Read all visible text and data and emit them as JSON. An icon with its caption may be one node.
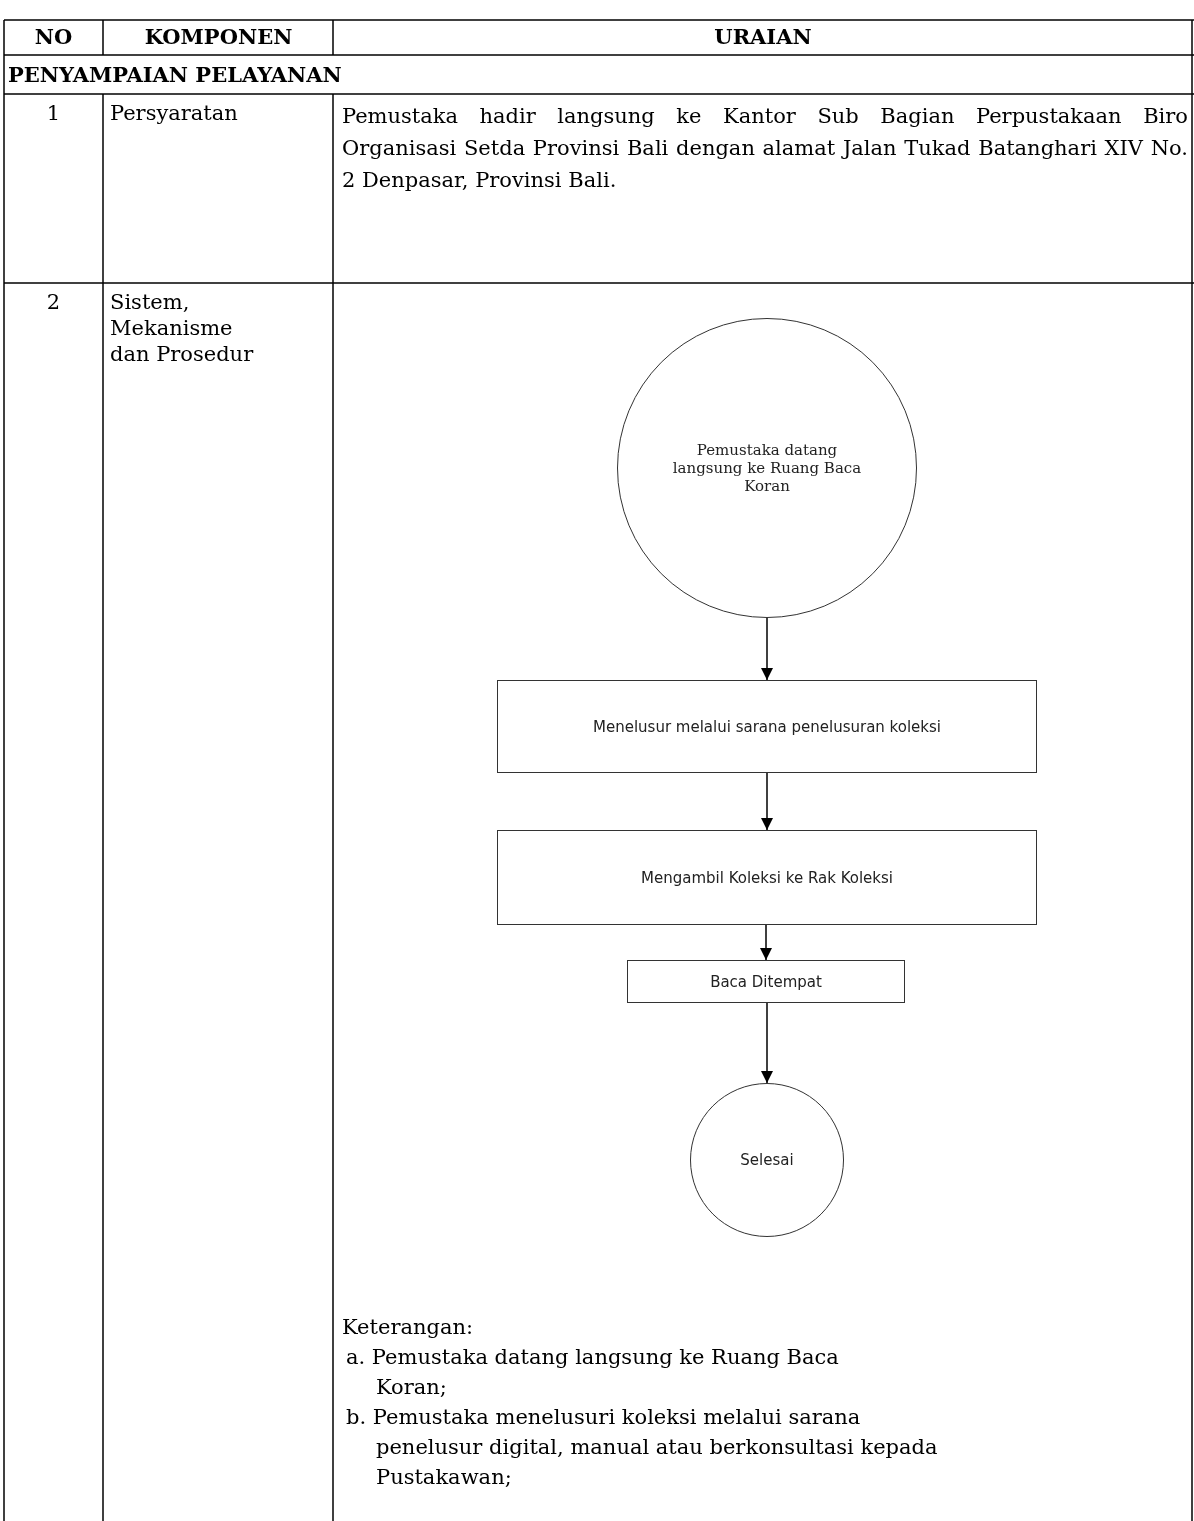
{
  "diagram": {
    "nodes": [
      {
        "text": [
          "Pemustaka datang langsung ke Ruang Baca Koran"
        ]
      },
      {
        "text": [
          "Menelusur melalui sarana penelusuran koleksi"
        ]
      },
      {
        "text": [
          "Mengambil Koleksi ke Rak Koleksi"
        ]
      },
      {
        "text": [
          "Baca Ditempat"
        ]
      },
      {
        "text": [
          "Selesai"
        ]
      }
    ],
    "edges": [
      {
        "from": 0,
        "to": 1,
        "arrow": "to"
      },
      {
        "from": 1,
        "to": 2,
        "arrow": "to"
      },
      {
        "from": 2,
        "to": 3,
        "arrow": "to"
      },
      {
        "from": 3,
        "to": 4,
        "arrow": "to"
      }
    ],
    "labels": [
      "NO",
      "KOMPONEN",
      "URAIAN",
      "PENYAMPAIAN PELAYANAN",
      "1",
      "Persyaratan",
      "Pemustaka hadir langsung ke Kantor Sub Bagian Perpustakaan Biro Organisasi Setda Provinsi Bali dengan  alamat Jalan Tukad  Batanghari XIV No. 2 Denpasar, Provinsi Bali.",
      "2",
      "Sistem, Mekanisme dan Prosedur",
      "Keterangan:",
      "a. Pemustaka datang langsung ke Ruang Baca Koran;",
      "b. Pemustaka menelusuri koleksi melalui sarana penelusur digital, manual atau berkonsultasi kepada Pustakawan;"
    ]
  }
}
